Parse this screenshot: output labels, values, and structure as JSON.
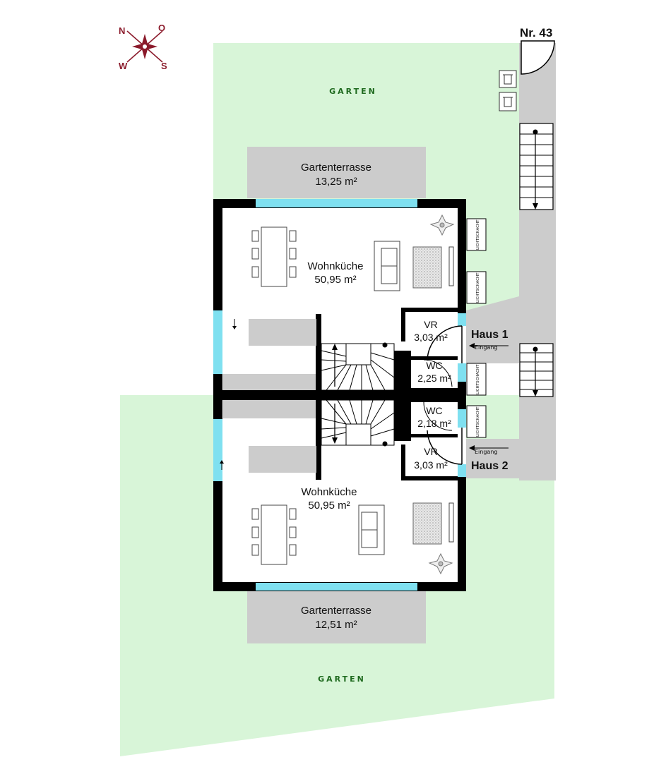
{
  "house_number": "Nr. 43",
  "compass": {
    "n": "N",
    "o": "O",
    "s": "S",
    "w": "W"
  },
  "garden_top": "GARTEN",
  "garden_bottom": "GARTEN",
  "terrace_top": {
    "name": "Gartenterrasse",
    "area": "13,25 m²"
  },
  "terrace_bottom": {
    "name": "Gartenterrasse",
    "area": "12,51 m²"
  },
  "haus1": {
    "label": "Haus 1",
    "entrance": "Eingang",
    "living": {
      "name": "Wohnküche",
      "area": "50,95 m²"
    },
    "vr": {
      "name": "VR",
      "area": "3,03 m²"
    },
    "wc": {
      "name": "WC",
      "area": "2,25 m²"
    },
    "lightshafts": [
      "LICHTSCHACHT",
      "LICHTSCHACHT",
      "LICHTSCHACHT"
    ]
  },
  "haus2": {
    "label": "Haus 2",
    "entrance": "Eingang",
    "living": {
      "name": "Wohnküche",
      "area": "50,95 m²"
    },
    "vr": {
      "name": "VR",
      "area": "3,03 m²"
    },
    "wc": {
      "name": "WC",
      "area": "2,18 m²"
    },
    "lightshafts": [
      "LICHTSCHACHT"
    ]
  },
  "colors": {
    "garden": "#d8f5d8",
    "path": "#cccccc",
    "wall": "#000000",
    "window": "#7fe0f0",
    "brand_compass": "#8b1a2b"
  }
}
